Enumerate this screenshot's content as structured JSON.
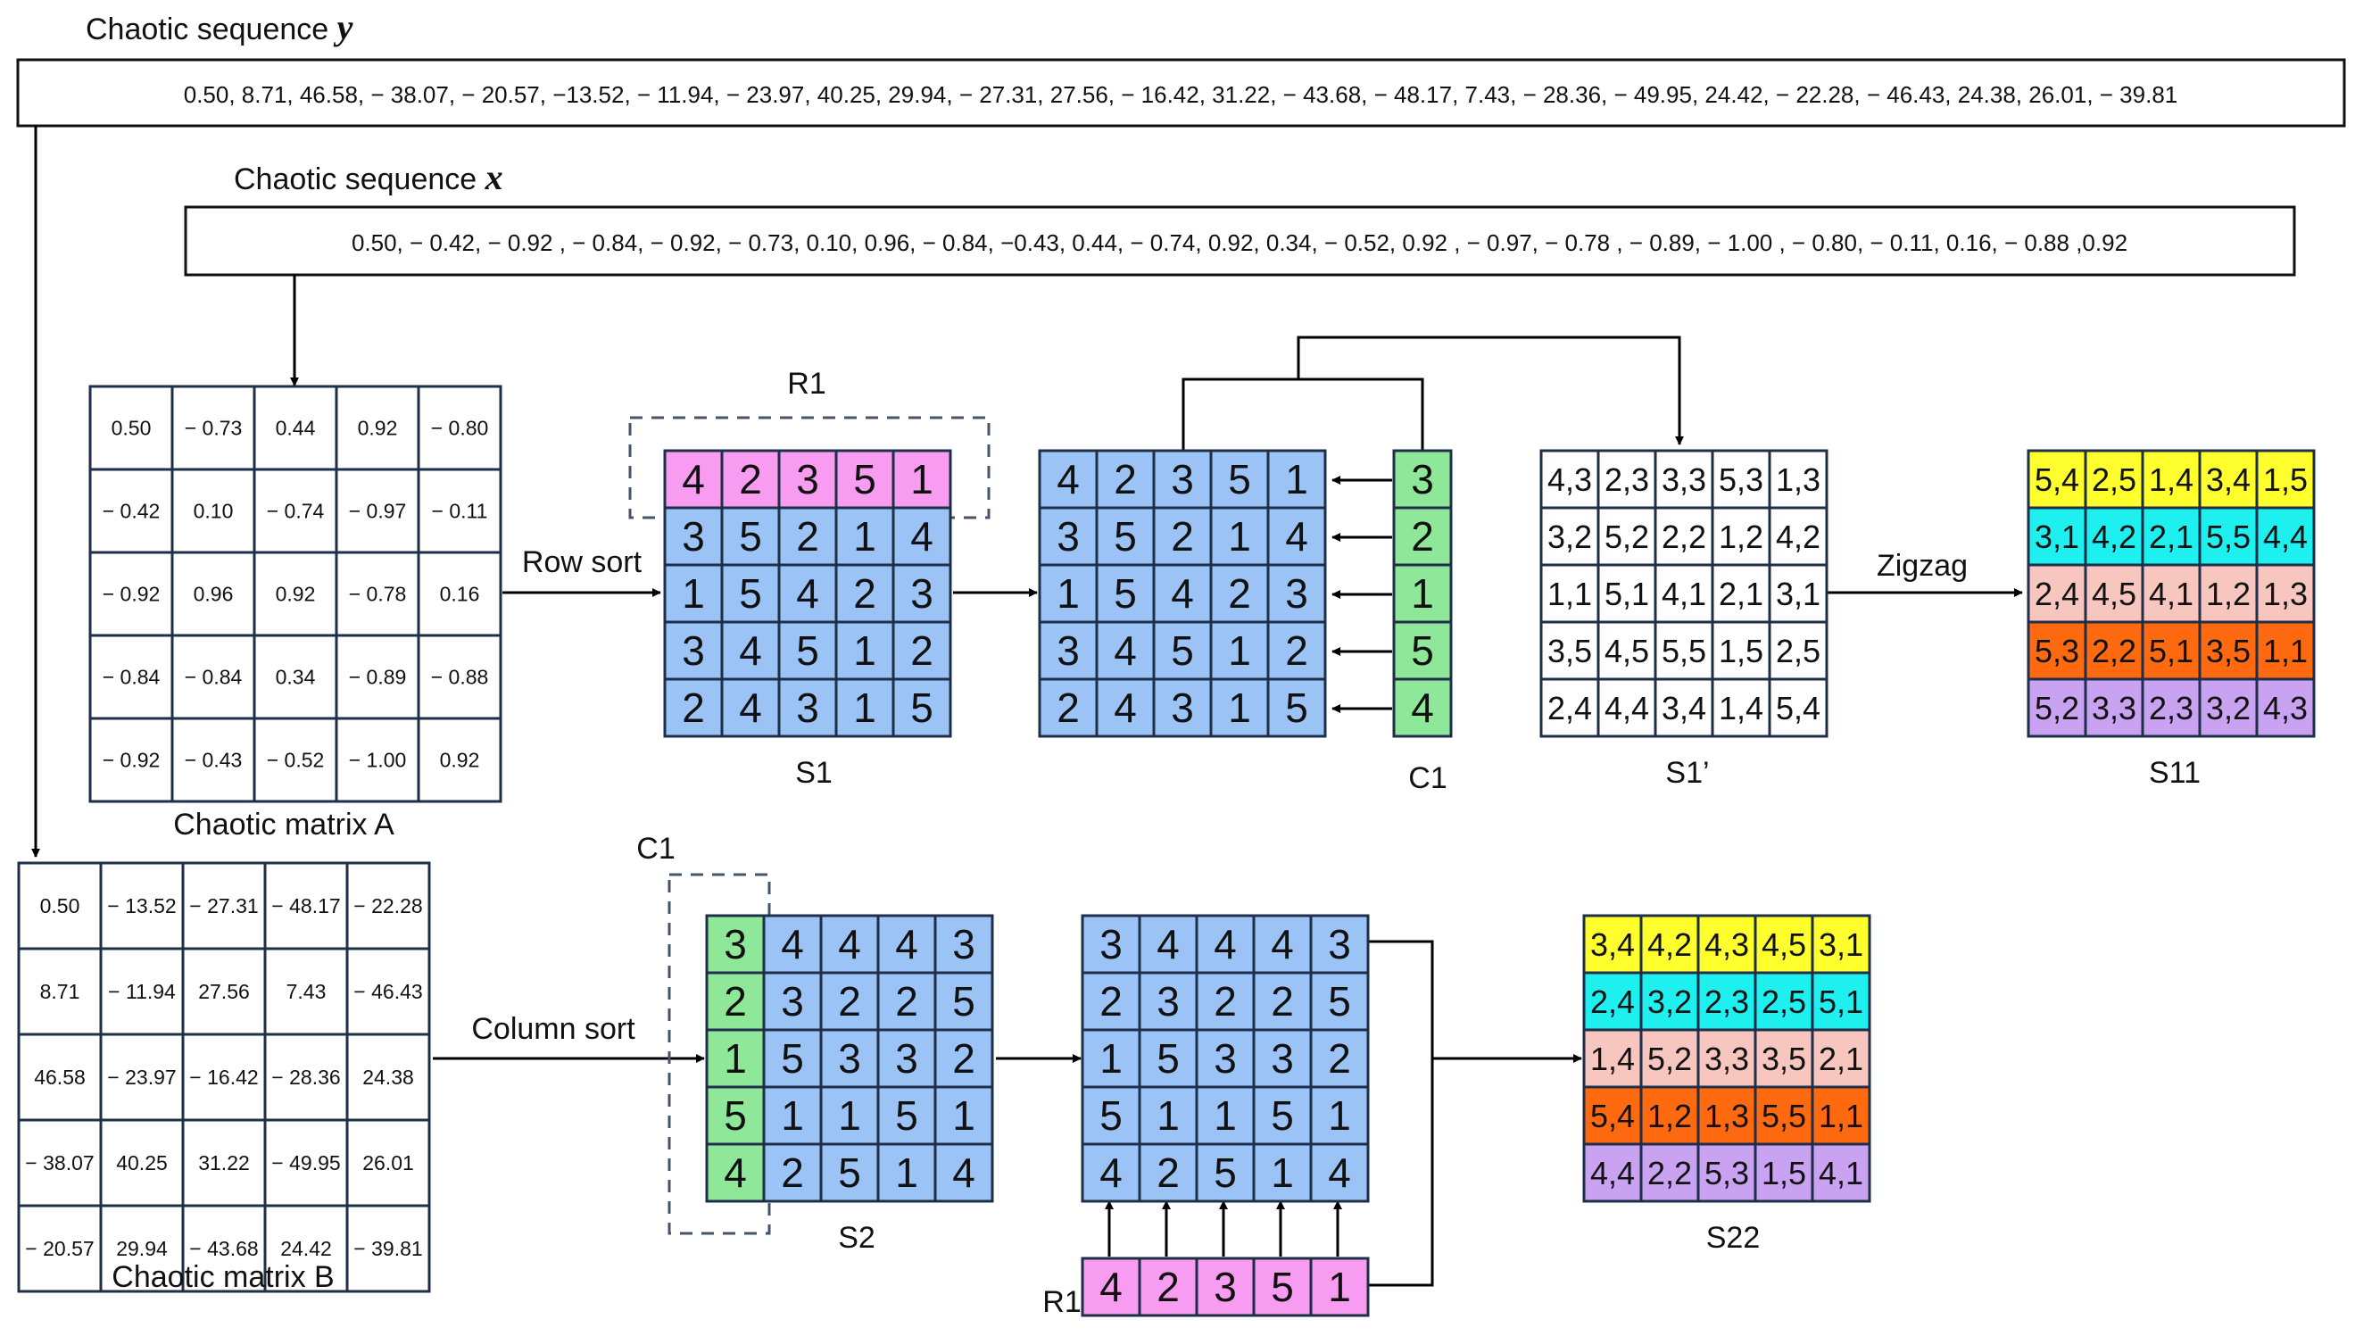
{
  "labels": {
    "seq_y_title": "Chaotic sequence ",
    "seq_y_var": "y",
    "seq_x_title": "Chaotic sequence ",
    "seq_x_var": "x",
    "matrix_a": "Chaotic matrix A",
    "matrix_b": "Chaotic matrix B",
    "row_sort": "Row sort",
    "column_sort": "Column sort",
    "zigzag": "Zigzag",
    "r1_top": "R1",
    "c1_top": "C1",
    "c1_bottom": "C1",
    "r1_bottom": "R1",
    "s1": "S1",
    "s1_prime": "S1’",
    "s11": "S11",
    "s2": "S2",
    "s22": "S22"
  },
  "sequence_y": "0.50, 8.71, 46.58, − 38.07, − 20.57, −13.52, − 11.94, − 23.97, 40.25, 29.94, − 27.31, 27.56, − 16.42, 31.22, − 43.68, − 48.17, 7.43, − 28.36, − 49.95, 24.42, − 22.28, − 46.43, 24.38, 26.01, − 39.81",
  "sequence_x": "0.50, − 0.42, − 0.92 , − 0.84, − 0.92, − 0.73, 0.10, 0.96, − 0.84, −0.43, 0.44, − 0.74, 0.92, 0.34, − 0.52, 0.92 , − 0.97, − 0.78 , − 0.89, − 1.00 , − 0.80, − 0.11, 0.16, − 0.88 ,0.92",
  "matrix_a": [
    [
      "0.50",
      "− 0.73",
      "0.44",
      "0.92",
      "− 0.80"
    ],
    [
      "− 0.42",
      "0.10",
      "− 0.74",
      "− 0.97",
      "− 0.11"
    ],
    [
      "− 0.92",
      "0.96",
      "0.92",
      "− 0.78",
      "0.16"
    ],
    [
      "− 0.84",
      "− 0.84",
      "0.34",
      "− 0.89",
      "− 0.88"
    ],
    [
      "− 0.92",
      "− 0.43",
      "− 0.52",
      "− 1.00",
      "0.92"
    ]
  ],
  "matrix_b": [
    [
      "0.50",
      "− 13.52",
      "− 27.31",
      "− 48.17",
      "− 22.28"
    ],
    [
      "8.71",
      "− 11.94",
      "27.56",
      "7.43",
      "− 46.43"
    ],
    [
      "46.58",
      "− 23.97",
      "− 16.42",
      "− 28.36",
      "24.38"
    ],
    [
      "− 38.07",
      "40.25",
      "31.22",
      "− 49.95",
      "26.01"
    ],
    [
      "− 20.57",
      "29.94",
      "− 43.68",
      "24.42",
      "− 39.81"
    ]
  ],
  "r1": [
    "4",
    "2",
    "3",
    "5",
    "1"
  ],
  "s1": [
    [
      "3",
      "5",
      "2",
      "1",
      "4"
    ],
    [
      "1",
      "5",
      "4",
      "2",
      "3"
    ],
    [
      "3",
      "4",
      "5",
      "1",
      "2"
    ],
    [
      "2",
      "4",
      "3",
      "1",
      "5"
    ]
  ],
  "s1_full": [
    [
      "4",
      "2",
      "3",
      "5",
      "1"
    ],
    [
      "3",
      "5",
      "2",
      "1",
      "4"
    ],
    [
      "1",
      "5",
      "4",
      "2",
      "3"
    ],
    [
      "3",
      "4",
      "5",
      "1",
      "2"
    ],
    [
      "2",
      "4",
      "3",
      "1",
      "5"
    ]
  ],
  "c1": [
    "3",
    "2",
    "1",
    "5",
    "4"
  ],
  "s1_prime": [
    [
      "4,3",
      "2,3",
      "3,3",
      "5,3",
      "1,3"
    ],
    [
      "3,2",
      "5,2",
      "2,2",
      "1,2",
      "4,2"
    ],
    [
      "1,1",
      "5,1",
      "4,1",
      "2,1",
      "3,1"
    ],
    [
      "3,5",
      "4,5",
      "5,5",
      "1,5",
      "2,5"
    ],
    [
      "2,4",
      "4,4",
      "3,4",
      "1,4",
      "5,4"
    ]
  ],
  "s11": [
    [
      "5,4",
      "2,5",
      "1,4",
      "3,4",
      "1,5"
    ],
    [
      "3,1",
      "4,2",
      "2,1",
      "5,5",
      "4,4"
    ],
    [
      "2,4",
      "4,5",
      "4,1",
      "1,2",
      "1,3"
    ],
    [
      "5,3",
      "2,2",
      "5,1",
      "3,5",
      "1,1"
    ],
    [
      "5,2",
      "3,3",
      "2,3",
      "3,2",
      "4,3"
    ]
  ],
  "s2": [
    [
      "4",
      "4",
      "4",
      "3"
    ],
    [
      "3",
      "2",
      "2",
      "5"
    ],
    [
      "5",
      "3",
      "3",
      "2"
    ],
    [
      "1",
      "1",
      "5",
      "1"
    ],
    [
      "2",
      "5",
      "1",
      "4"
    ]
  ],
  "s2_full": [
    [
      "3",
      "4",
      "4",
      "4",
      "3"
    ],
    [
      "2",
      "3",
      "2",
      "2",
      "5"
    ],
    [
      "1",
      "5",
      "3",
      "3",
      "2"
    ],
    [
      "5",
      "1",
      "1",
      "5",
      "1"
    ],
    [
      "4",
      "2",
      "5",
      "1",
      "4"
    ]
  ],
  "s22": [
    [
      "3,4",
      "4,2",
      "4,3",
      "4,5",
      "3,1"
    ],
    [
      "2,4",
      "3,2",
      "2,3",
      "2,5",
      "5,1"
    ],
    [
      "1,4",
      "5,2",
      "3,3",
      "3,5",
      "2,1"
    ],
    [
      "5,4",
      "1,2",
      "1,3",
      "5,5",
      "1,1"
    ],
    [
      "4,4",
      "2,2",
      "5,3",
      "1,5",
      "4,1"
    ]
  ],
  "colors": {
    "blue_cell": "#9cc3f5",
    "pink_cell": "#f79cf0",
    "green_cell": "#8fe89a",
    "row_yellow": "#ffff2e",
    "row_cyan": "#1ef0f0",
    "row_peach": "#f7c6bf",
    "row_orange": "#ff6a10",
    "row_purple": "#c9a2f2",
    "border": "#1f2f4a"
  }
}
